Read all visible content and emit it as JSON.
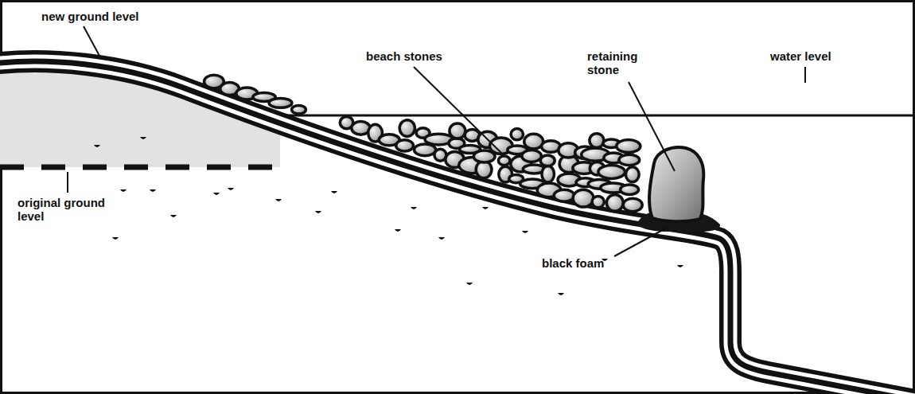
{
  "diagram": {
    "labels": [
      "new ground level",
      "original ground level",
      "beach stones",
      "retaining stone",
      "water level",
      "black foam"
    ]
  }
}
